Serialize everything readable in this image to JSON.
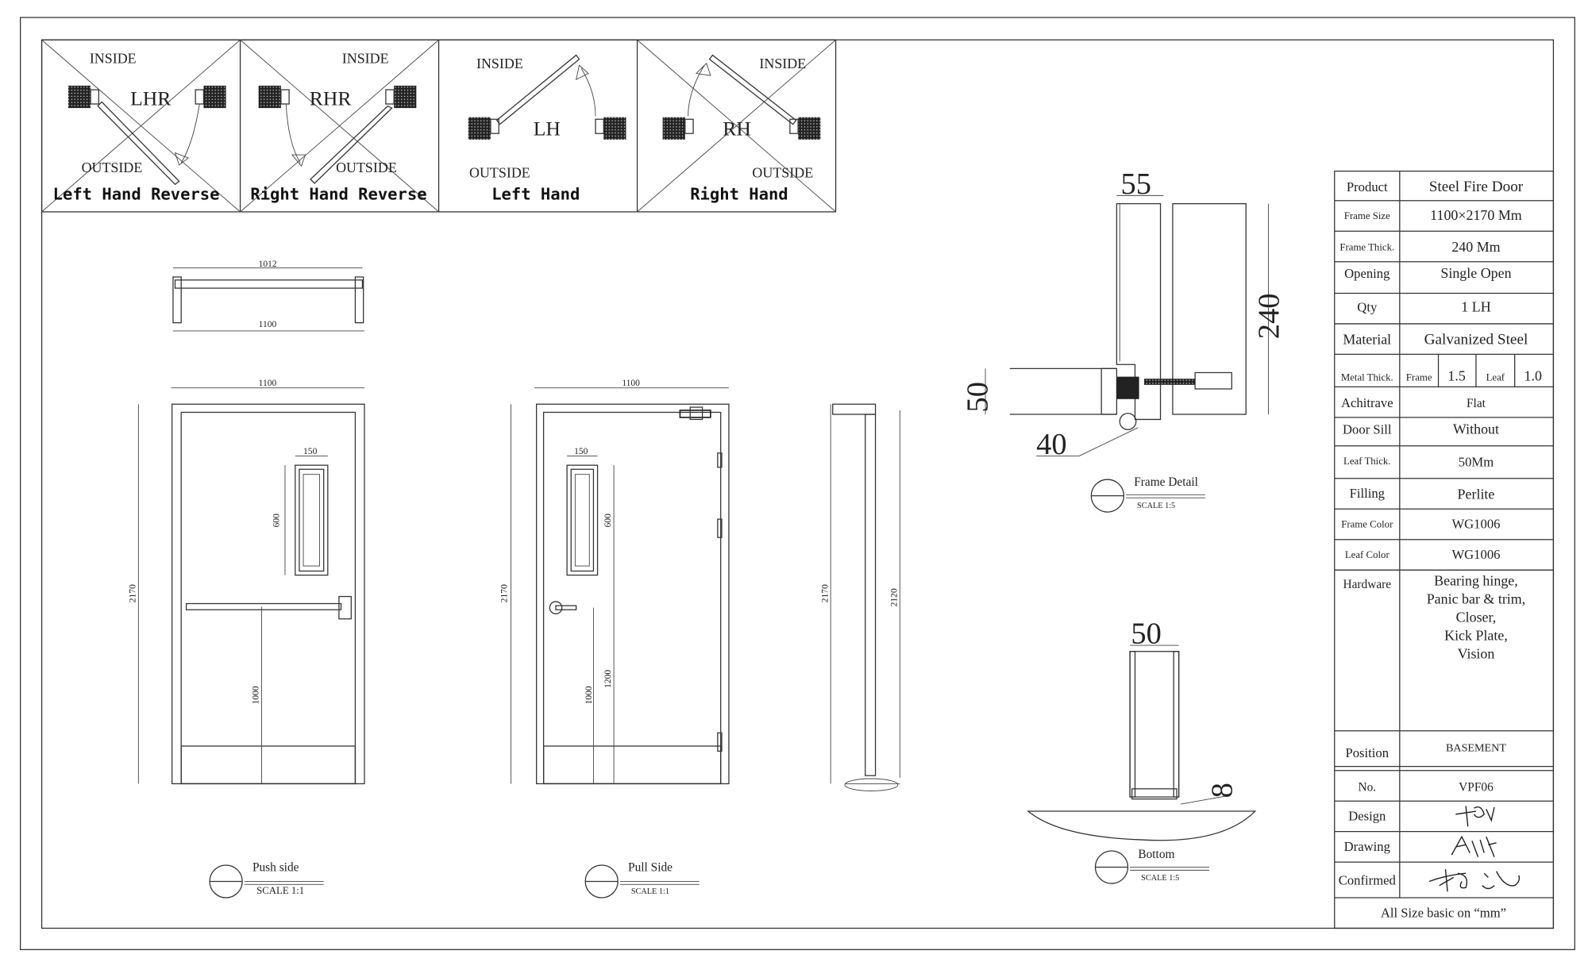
{
  "swing_panels": [
    {
      "code": "LHR",
      "title": "Left Hand Reverse",
      "inside": "INSIDE",
      "outside": "OUTSIDE",
      "crossed": true
    },
    {
      "code": "RHR",
      "title": "Right Hand Reverse",
      "inside": "INSIDE",
      "outside": "OUTSIDE",
      "crossed": true
    },
    {
      "code": "LH",
      "title": "Left Hand",
      "inside": "INSIDE",
      "outside": "OUTSIDE",
      "crossed": false
    },
    {
      "code": "RH",
      "title": "Right Hand",
      "inside": "INSIDE",
      "outside": "OUTSIDE",
      "crossed": true
    }
  ],
  "plan_view": {
    "leaf_width": "1012",
    "frame_width": "1100"
  },
  "push_side": {
    "width": "1100",
    "height": "2170",
    "vision_width": "150",
    "vision_height": "600",
    "bar_height": "1000",
    "caption": "Push side",
    "scale": "SCALE 1:1"
  },
  "pull_side": {
    "width": "1100",
    "height": "2170",
    "vision_width": "150",
    "vision_height": "600",
    "handle_height": "1000",
    "vision_bottom": "1200",
    "caption": "Pull Side",
    "scale": "SCALE 1:1"
  },
  "side_section": {
    "frame_height": "2170",
    "leaf_height": "2120"
  },
  "frame_detail": {
    "top": "55",
    "depth": "240",
    "leaf": "50",
    "rebate": "40",
    "caption": "Frame Detail",
    "scale": "SCALE 1:5"
  },
  "bottom_detail": {
    "thickness": "50",
    "gap": "8",
    "caption": "Bottom",
    "scale": "SCALE 1:5"
  },
  "spec_table": {
    "rows": [
      {
        "label": "Product",
        "value": "Steel Fire Door"
      },
      {
        "label": "Frame Size",
        "value": "1100×2170 Mm"
      },
      {
        "label": "Frame Thick.",
        "value": "240 Mm"
      },
      {
        "label": "Opening",
        "value": "Single Open"
      },
      {
        "label": "Qty",
        "value": "1 LH"
      },
      {
        "label": "Material",
        "value": "Galvanized Steel"
      }
    ],
    "metal_thick": {
      "label": "Metal Thick.",
      "frame_label": "Frame",
      "frame_value": "1.5",
      "leaf_label": "Leaf",
      "leaf_value": "1.0"
    },
    "rows2": [
      {
        "label": "Achitrave",
        "value": "Flat"
      },
      {
        "label": "Door Sill",
        "value": "Without"
      },
      {
        "label": "Leaf Thick.",
        "value": "50Mm"
      },
      {
        "label": "Filling",
        "value": "Perlite"
      },
      {
        "label": "Frame Color",
        "value": "WG1006"
      },
      {
        "label": "Leaf Color",
        "value": "WG1006"
      }
    ],
    "hardware": {
      "label": "Hardware",
      "lines": [
        "Bearing hinge,",
        "Panic bar & trim,",
        "Closer,",
        "Kick Plate,",
        "Vision"
      ]
    },
    "position": {
      "label": "Position",
      "value": "BASEMENT"
    },
    "number": {
      "label": "No.",
      "value": "VPF06"
    },
    "design": {
      "label": "Design",
      "signature": "signature"
    },
    "drawing": {
      "label": "Drawing",
      "signature": "signature"
    },
    "confirmed": {
      "label": "Confirmed",
      "signature": "signature"
    },
    "footer": "All Size basic on “mm”"
  }
}
